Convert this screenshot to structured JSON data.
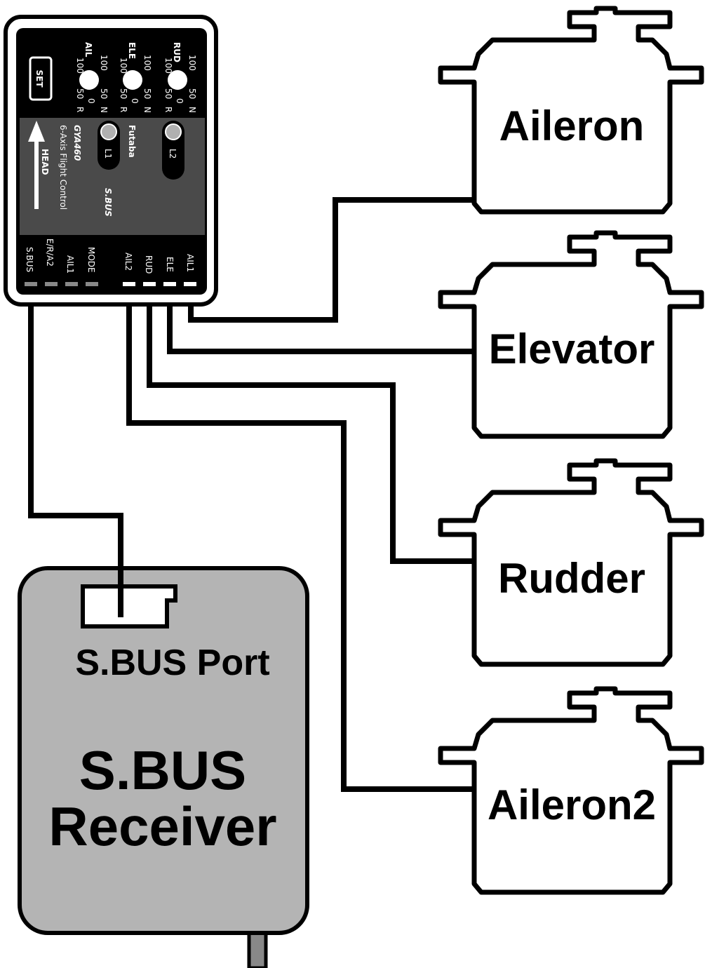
{
  "gyro": {
    "set_label": "SET",
    "head_label": "HEAD",
    "brand": "Futaba",
    "model": "GYA460",
    "subtitle": "6-Axis Flight Control",
    "sbus_logo": "S.BUS",
    "knobs": [
      {
        "name": "AIL",
        "scale": [
          "100",
          "100",
          "50",
          "0",
          "50",
          "N",
          "R"
        ]
      },
      {
        "name": "ELE",
        "scale": [
          "100",
          "100",
          "50",
          "0",
          "50",
          "N",
          "R"
        ]
      },
      {
        "name": "RUD",
        "scale": [
          "100",
          "100",
          "50",
          "0",
          "50",
          "N",
          "R"
        ]
      }
    ],
    "leds": [
      "L1",
      "L2"
    ],
    "ports": [
      "S.BUS",
      "E/R/A2",
      "AIL1",
      "MODE",
      "AIL2",
      "RUD",
      "ELE",
      "AIL1"
    ]
  },
  "servos": [
    {
      "label": "Aileron"
    },
    {
      "label": "Elevator"
    },
    {
      "label": "Rudder"
    },
    {
      "label": "Aileron2"
    }
  ],
  "receiver": {
    "port_label": "S.BUS Port",
    "title_line1": "S.BUS",
    "title_line2": "Receiver"
  },
  "colors": {
    "gyro_body": "#000000",
    "gyro_panel": "#4a4a4a",
    "receiver_fill": "#b4b4b4",
    "knob_fill": "#ffffff",
    "led_fill": "#b0b0b0"
  }
}
